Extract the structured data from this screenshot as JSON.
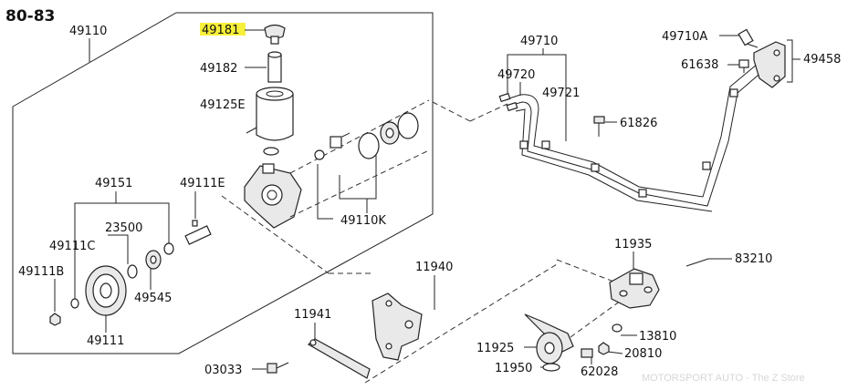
{
  "diagram": {
    "title": "80-83",
    "highlight_color": "#f7f03a",
    "watermark": "MOTORSPORT AUTO - The Z Store",
    "labels": {
      "p49110": "49110",
      "p49181": "49181",
      "p49182": "49182",
      "p49125E": "49125E",
      "p49151": "49151",
      "p49111E": "49111E",
      "p23500": "23500",
      "p49111C": "49111C",
      "p49111B": "49111B",
      "p49545": "49545",
      "p49111": "49111",
      "p49110K": "49110K",
      "p49710": "49710",
      "p49720": "49720",
      "p49721": "49721",
      "p61826": "61826",
      "p49710A": "49710A",
      "p61638": "61638",
      "p49458": "49458",
      "p11935": "11935",
      "p83210": "83210",
      "p11940": "11940",
      "p11941": "11941",
      "p03033": "03033",
      "p11925": "11925",
      "p11950": "11950",
      "p13810": "13810",
      "p20810": "20810",
      "p62028": "62028"
    }
  }
}
